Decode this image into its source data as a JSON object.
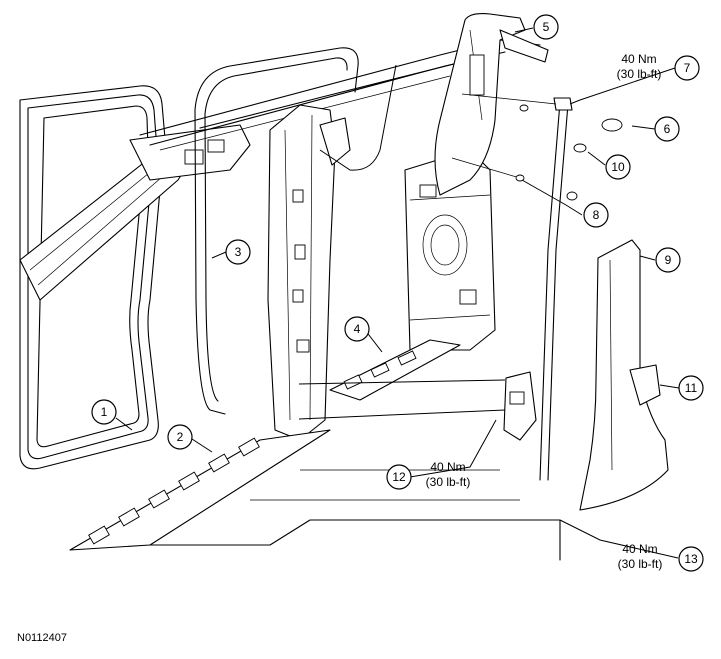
{
  "figure_id": "N0112407",
  "callouts": [
    {
      "id": "1",
      "label": "1"
    },
    {
      "id": "2",
      "label": "2"
    },
    {
      "id": "3",
      "label": "3"
    },
    {
      "id": "4",
      "label": "4"
    },
    {
      "id": "5",
      "label": "5"
    },
    {
      "id": "6",
      "label": "6"
    },
    {
      "id": "7",
      "label": "7"
    },
    {
      "id": "8",
      "label": "8"
    },
    {
      "id": "9",
      "label": "9"
    },
    {
      "id": "10",
      "label": "10"
    },
    {
      "id": "11",
      "label": "11"
    },
    {
      "id": "12",
      "label": "12"
    },
    {
      "id": "13",
      "label": "13"
    }
  ],
  "torque_specs": {
    "t7": {
      "metric": "40 Nm",
      "imperial": "(30 lb-ft)"
    },
    "t12": {
      "metric": "40 Nm",
      "imperial": "(30 lb-ft)"
    },
    "t13": {
      "metric": "40 Nm",
      "imperial": "(30 lb-ft)"
    }
  }
}
